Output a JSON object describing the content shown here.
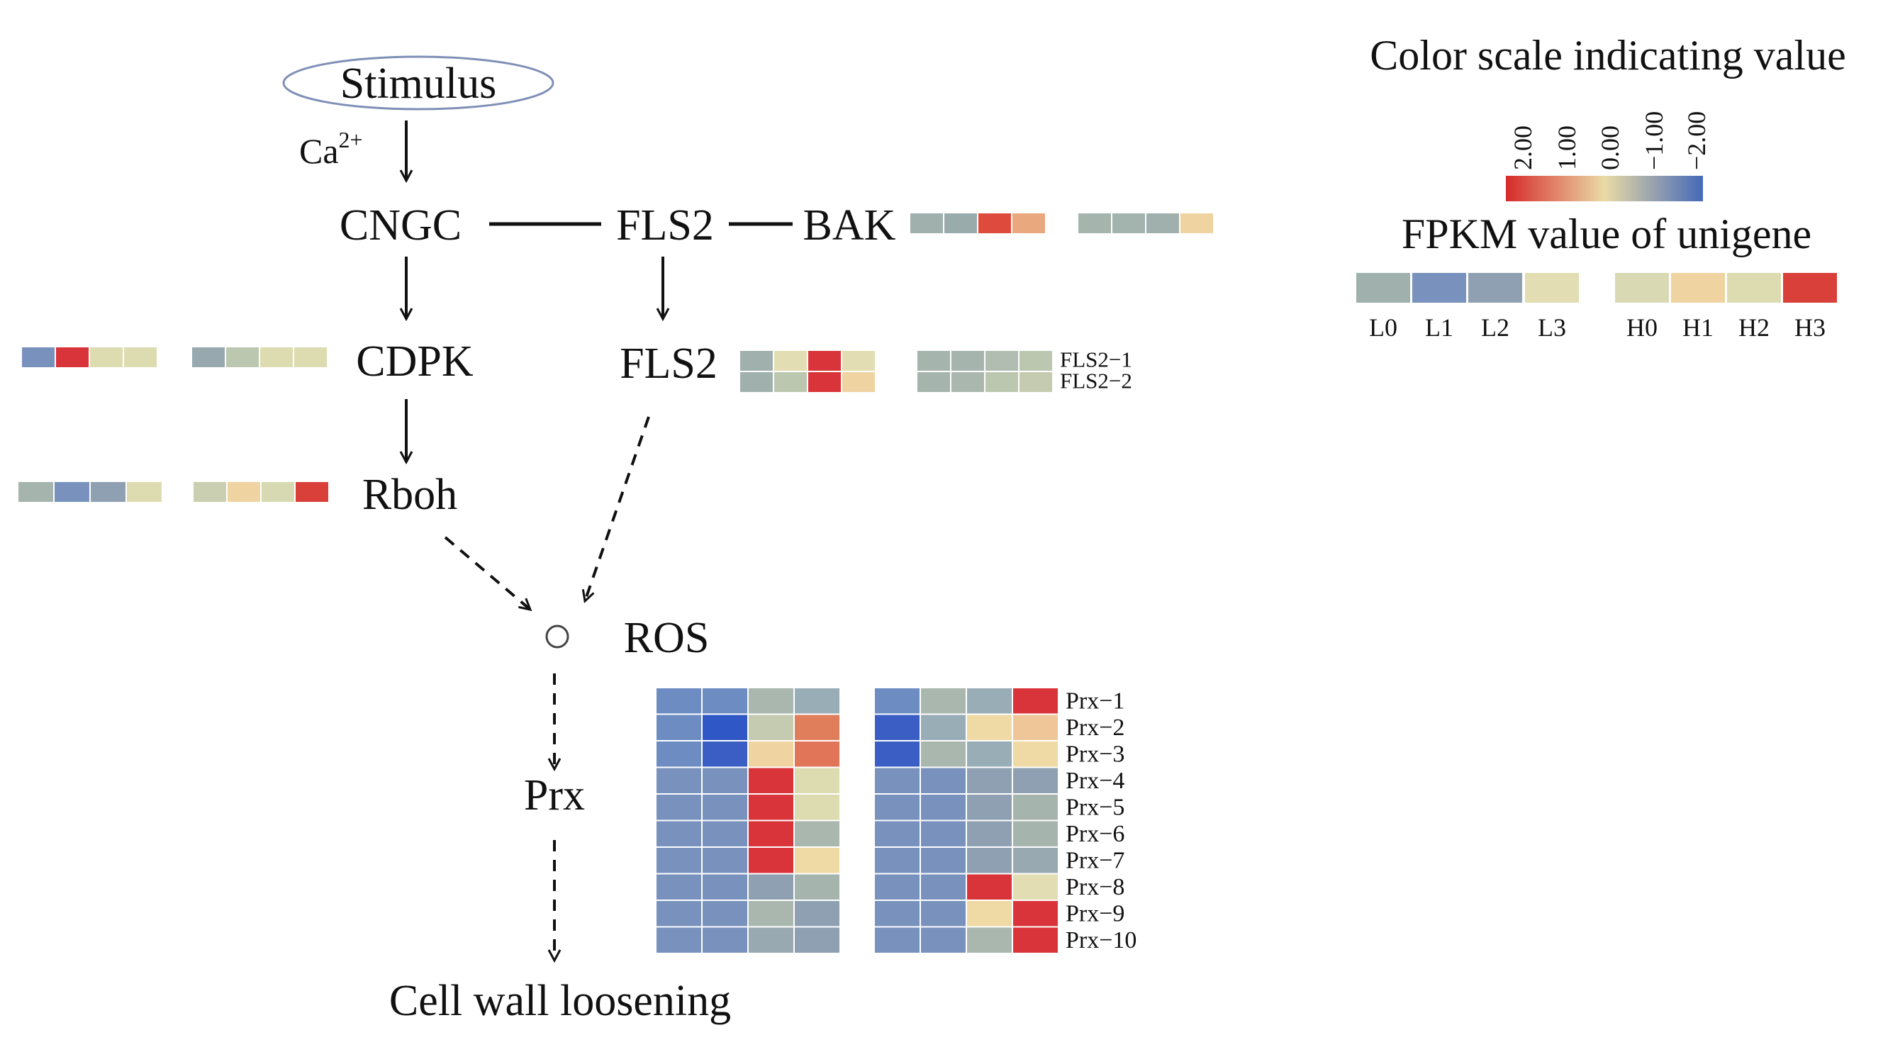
{
  "nodes": {
    "stimulus": "Stimulus",
    "ca": "Ca",
    "ca_sup": "2+",
    "cngc": "CNGC",
    "fls2_top": "FLS2",
    "bak": "BAK",
    "cdpk": "CDPK",
    "fls2_mid": "FLS2",
    "rboh": "Rboh",
    "ros": "ROS",
    "prx": "Prx",
    "cell_wall": "Cell wall loosening"
  },
  "legend": {
    "title": "Color scale indicating value",
    "subtitle": "FPKM value of unigene",
    "scale_ticks": [
      "2.00",
      "1.00",
      "0.00",
      "−1.00",
      "−2.00"
    ],
    "scale_colors": [
      "#d62a2a",
      "#eadba5",
      "#4569b8"
    ],
    "sample_cells": [
      "#9fb0ad",
      "#7892bd",
      "#8ea0b1",
      "#e2ddb2",
      "#d9dab3",
      "#efd3a1",
      "#dcdcb0",
      "#d9403a"
    ],
    "sample_labels": [
      "L0",
      "L1",
      "L2",
      "L3",
      "H0",
      "H1",
      "H2",
      "H3"
    ]
  },
  "heatmaps": {
    "bak": {
      "left": [
        [
          "#9fb0ad",
          "#9aabac",
          "#de4a3c",
          "#eaa87f"
        ]
      ],
      "right": [
        [
          "#a5b4ad",
          "#a3b3ad",
          "#9fb0ad",
          "#efd3a1"
        ]
      ]
    },
    "cdpk": {
      "left": [
        [
          "#7892bd",
          "#d9343a",
          "#dcdcb0",
          "#dcdcb0"
        ]
      ],
      "right": [
        [
          "#97a9ae",
          "#bcc7b0",
          "#dcdcb0",
          "#dcdcb0"
        ]
      ]
    },
    "rboh": {
      "left": [
        [
          "#a5b4ad",
          "#7892bd",
          "#8ea0b1",
          "#dcdcb0"
        ]
      ],
      "right": [
        [
          "#c9cfb0",
          "#efd3a1",
          "#d6d9b2",
          "#d9403a"
        ]
      ]
    },
    "fls2": {
      "left": [
        [
          "#9fb0ad",
          "#e2ddb2",
          "#d9343a",
          "#e2ddb2"
        ],
        [
          "#9fb0ad",
          "#bcc7b0",
          "#d9343a",
          "#efd3a1"
        ]
      ],
      "right": [
        [
          "#a5b4ad",
          "#a5b4ad",
          "#b1bdb0",
          "#bcc7b0"
        ],
        [
          "#a5b4ad",
          "#aab7ae",
          "#bcc7b0",
          "#c4cbb0"
        ]
      ],
      "row_labels": [
        "FLS2−1",
        "FLS2−2"
      ]
    },
    "prx": {
      "left": [
        [
          "#6d8cc2",
          "#6d8cc2",
          "#aab7ae",
          "#99adb6"
        ],
        [
          "#6d8cc2",
          "#2f57c6",
          "#c4cbb0",
          "#e07e5c"
        ],
        [
          "#6d8cc2",
          "#3a5ec4",
          "#efd3a1",
          "#e07558"
        ],
        [
          "#7892bd",
          "#7892bd",
          "#d9343a",
          "#dcdcb0"
        ],
        [
          "#7892bd",
          "#7892bd",
          "#d9343a",
          "#dcdcb0"
        ],
        [
          "#7892bd",
          "#7892bd",
          "#d9343a",
          "#aab7ae"
        ],
        [
          "#7892bd",
          "#7892bd",
          "#d9343a",
          "#efd9a5"
        ],
        [
          "#7892bd",
          "#7892bd",
          "#8ea0b1",
          "#a5b4ad"
        ],
        [
          "#7892bd",
          "#7892bd",
          "#aab7ae",
          "#8ea0b1"
        ],
        [
          "#7892bd",
          "#7892bd",
          "#99a9b2",
          "#8ea0b1"
        ]
      ],
      "right": [
        [
          "#6d8cc2",
          "#aab7ae",
          "#99adb6",
          "#d9343a"
        ],
        [
          "#3a5ec4",
          "#99adb6",
          "#efd9a5",
          "#efc697"
        ],
        [
          "#3a5ec4",
          "#aab7ae",
          "#99adb6",
          "#efd9a5"
        ],
        [
          "#7892bd",
          "#7892bd",
          "#8ea0b1",
          "#8ea0b1"
        ],
        [
          "#7892bd",
          "#7892bd",
          "#8ea0b1",
          "#a5b4ad"
        ],
        [
          "#7892bd",
          "#7892bd",
          "#8ea0b1",
          "#a5b4ad"
        ],
        [
          "#7892bd",
          "#7892bd",
          "#8ea0b1",
          "#99a9b2"
        ],
        [
          "#7892bd",
          "#7892bd",
          "#d9343a",
          "#e2ddb2"
        ],
        [
          "#7892bd",
          "#7892bd",
          "#efd9a5",
          "#d9343a"
        ],
        [
          "#7892bd",
          "#7892bd",
          "#aab7ae",
          "#d9343a"
        ]
      ],
      "row_labels": [
        "Prx−1",
        "Prx−2",
        "Prx−3",
        "Prx−4",
        "Prx−5",
        "Prx−6",
        "Prx−7",
        "Prx−8",
        "Prx−9",
        "Prx−10"
      ]
    }
  }
}
